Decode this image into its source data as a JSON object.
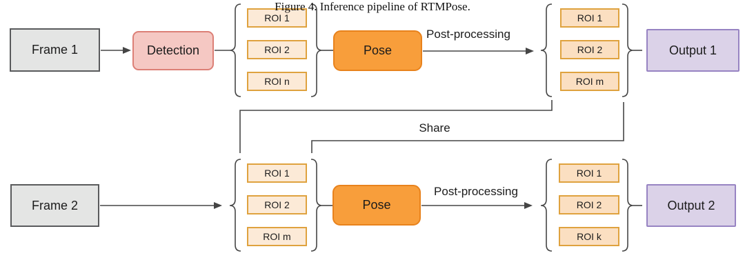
{
  "diagram": {
    "caption": "Figure 4. Inference pipeline of RTMPose.",
    "share_label": "Share"
  },
  "row1": {
    "frame_label": "Frame 1",
    "detection_label": "Detection",
    "input_rois": [
      "ROI 1",
      "ROI 2",
      "ROI n"
    ],
    "pose_label": "Pose",
    "post_processing_label": "Post-processing",
    "output_rois": [
      "ROI 1",
      "ROI 2",
      "ROI m"
    ],
    "output_label": "Output 1"
  },
  "row2": {
    "frame_label": "Frame 2",
    "input_rois": [
      "ROI 1",
      "ROI 2",
      "ROI m"
    ],
    "pose_label": "Pose",
    "post_processing_label": "Post-processing",
    "output_rois": [
      "ROI 1",
      "ROI 2",
      "ROI k"
    ],
    "output_label": "Output 2"
  },
  "colors": {
    "frame_fill": "#e4e5e4",
    "frame_border": "#595a5c",
    "detection_fill": "#f5c8c3",
    "detection_border": "#dc7f76",
    "pose_fill": "#f89e3b",
    "pose_border": "#e8821c",
    "roi_fill_light": "#fcead7",
    "roi_fill_dark": "#fbdfc1",
    "roi_border": "#dfa23e",
    "output_fill": "#dbd2e8",
    "output_border": "#9783c2",
    "line": "#454545"
  }
}
